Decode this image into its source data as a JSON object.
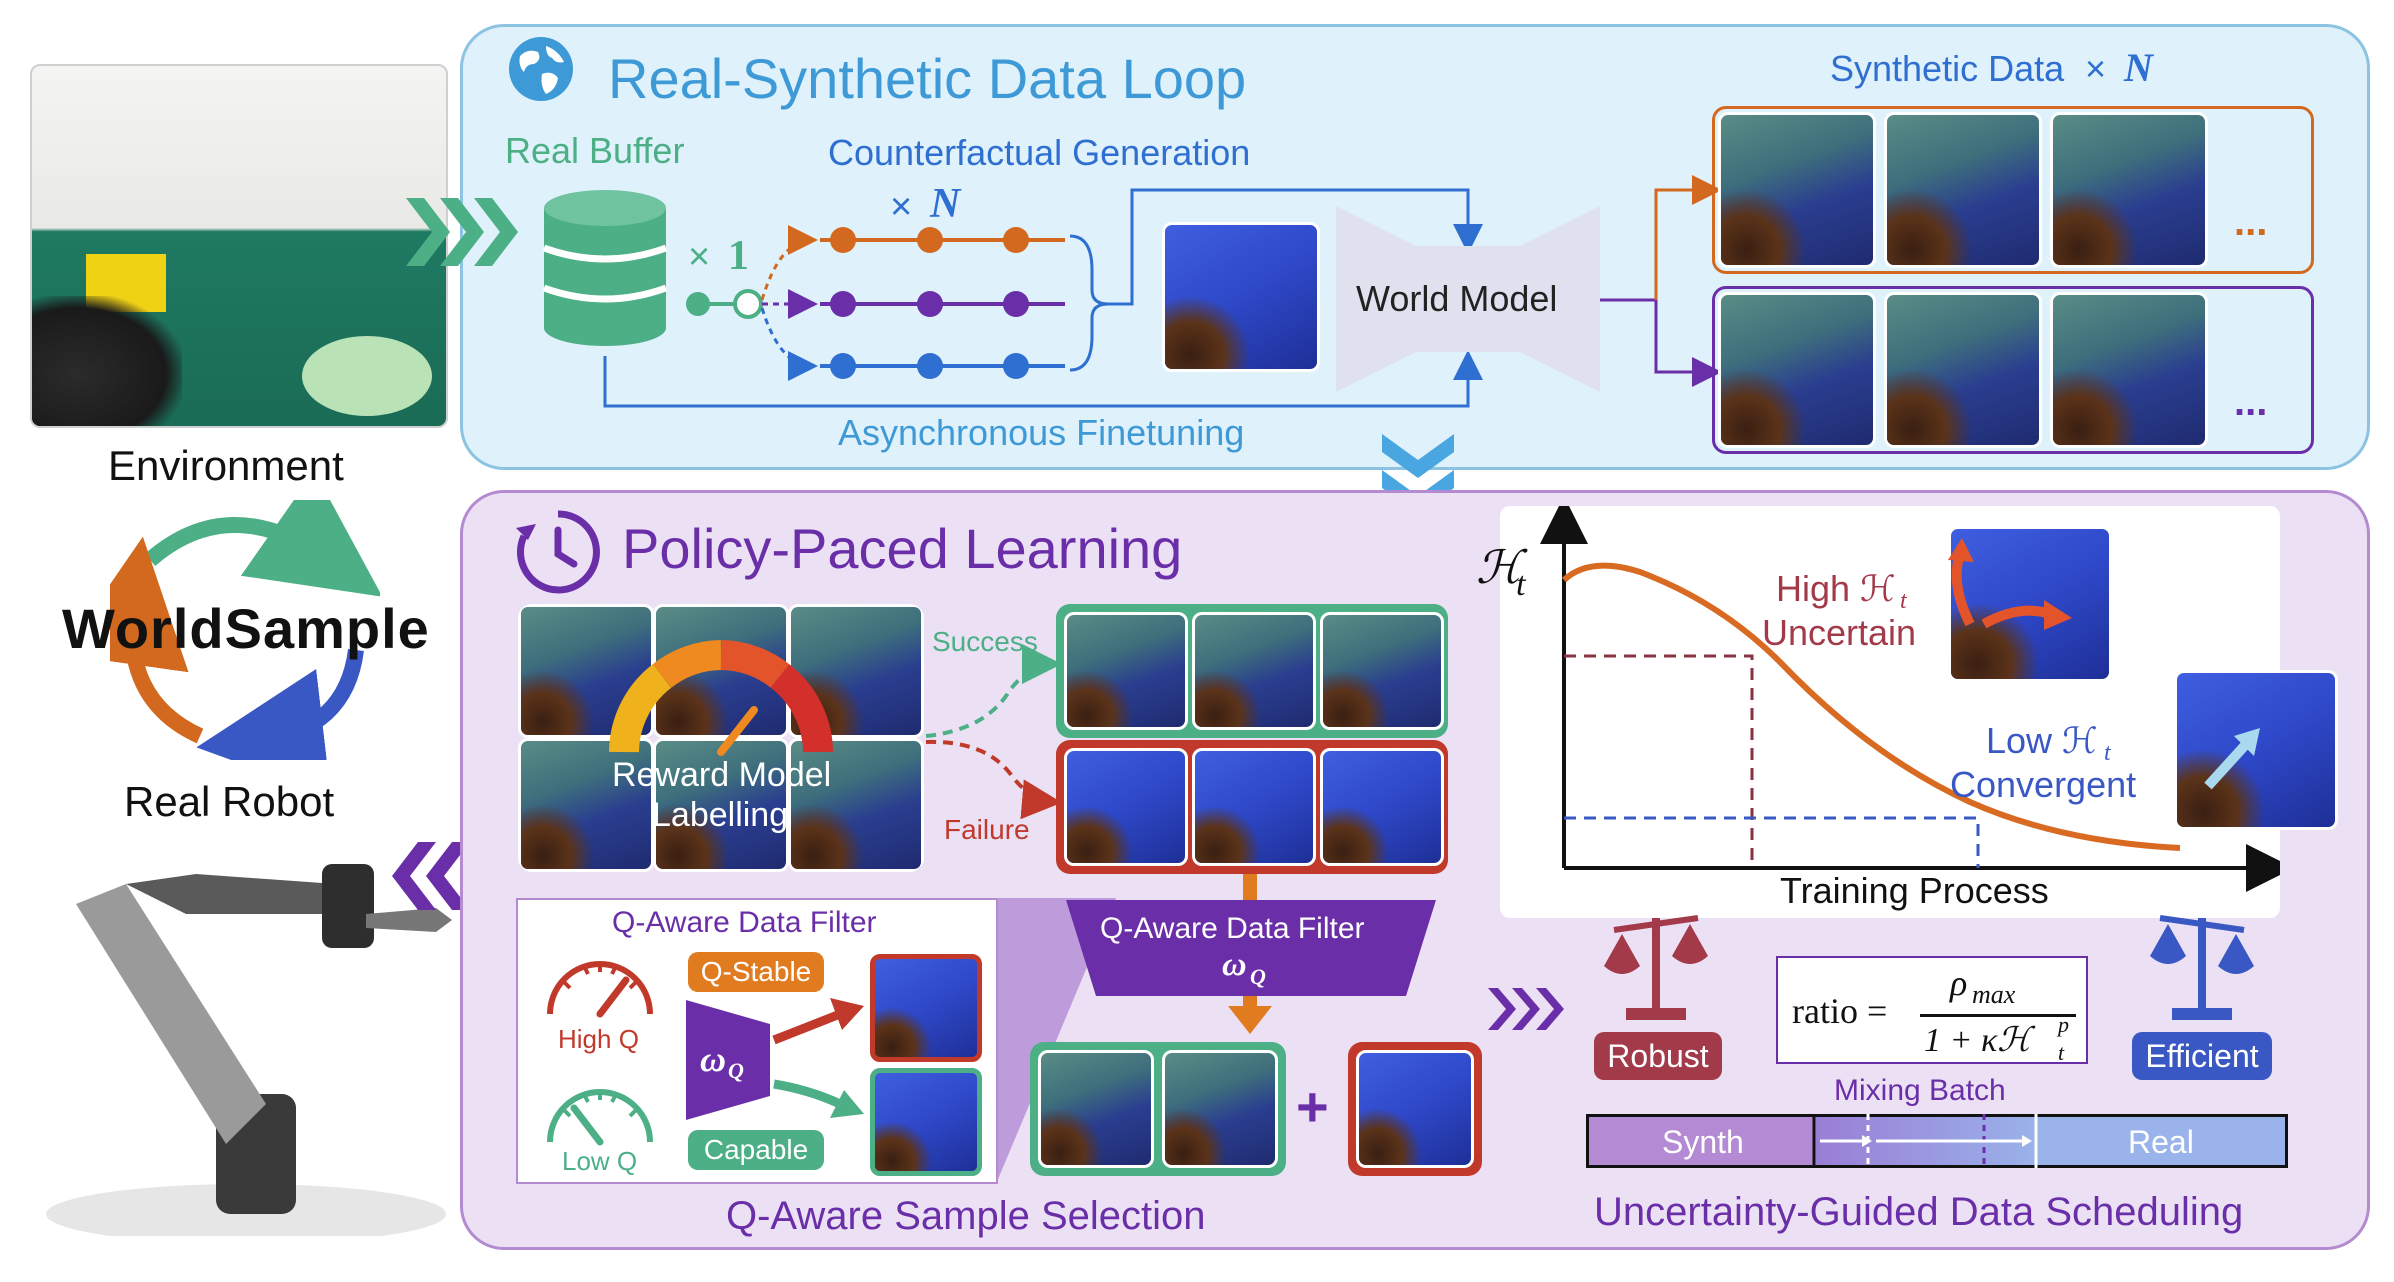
{
  "loop": {
    "title": "Real-Synthetic Data Loop",
    "real_buffer": "Real Buffer",
    "times_one_sym": "×",
    "times_one_num": "1",
    "counterfactual": "Counterfactual Generation",
    "times_n_sym": "×",
    "times_n_var": "N",
    "world_model": "World Model",
    "async_finetuning": "Asynchronous Finetuning",
    "synthetic_data": "Synthetic Data",
    "synthetic_times": "×",
    "synthetic_n": "N",
    "ellipsis_top": "...",
    "ellipsis_bottom": "..."
  },
  "left": {
    "environment": "Environment",
    "worldsample": "WorldSample",
    "real_robot": "Real Robot"
  },
  "policy": {
    "title": "Policy-Paced Learning",
    "reward_model_1": "Reward Model",
    "reward_model_2": "Labelling",
    "success": "Success",
    "failure": "Failure",
    "filter_box_title": "Q-Aware Data Filter",
    "high_q": "High Q",
    "low_q": "Low Q",
    "q_stable": "Q-Stable",
    "capable": "Capable",
    "omega": "ω",
    "omega_sub": "Q",
    "filter_trap_title": "Q-Aware Data Filter",
    "plus": "+",
    "selection_caption": "Q-Aware Sample Selection"
  },
  "scheduling": {
    "y_axis_label": "ℋ",
    "y_axis_sub": "t",
    "x_axis_label": "Training Process",
    "high_label_1": "High ℋ",
    "high_label_sub": "t",
    "high_label_2": "Uncertain",
    "low_label_1": "Low ℋ",
    "low_label_sub": "t",
    "low_label_2": "Convergent",
    "robust": "Robust",
    "efficient": "Efficient",
    "ratio_lhs": "ratio =",
    "ratio_num": "ρ",
    "ratio_num_sub": "max",
    "ratio_den": "1 + κℋ",
    "ratio_den_sup": "p",
    "ratio_den_sub": "t",
    "mixing_batch": "Mixing Batch",
    "synth": "Synth",
    "real": "Real",
    "caption": "Uncertainty-Guided Data Scheduling"
  },
  "colors": {
    "loop_bg": "#dff1fa",
    "loop_border": "#8cc3e3",
    "loop_title": "#3d9ad6",
    "buffer_green": "#4caf86",
    "orange": "#d2691e",
    "purple": "#6a2fa8",
    "blue": "#2e6fd1",
    "policy_bg": "#ece1f4",
    "policy_border": "#b48bd1",
    "policy_title": "#6a2fa8",
    "teal": "#4caf86",
    "red": "#c0392b",
    "curve": "#d86a22",
    "robust": "#a33a4a",
    "efficient": "#3a58c4"
  }
}
